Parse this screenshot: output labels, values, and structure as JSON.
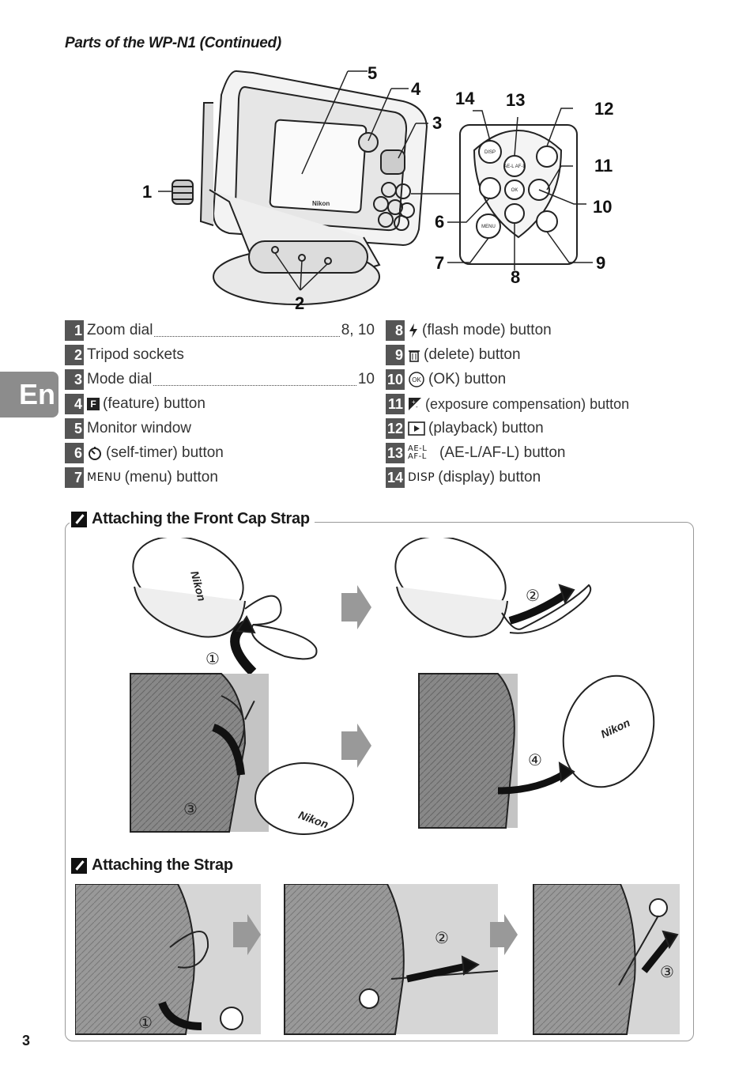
{
  "header": {
    "title": "Parts of the WP-N1 (Continued)"
  },
  "lang_tab": "En",
  "page_number": "3",
  "figure_callouts": [
    "1",
    "2",
    "3",
    "4",
    "5",
    "6",
    "7",
    "8",
    "9",
    "10",
    "11",
    "12",
    "13",
    "14"
  ],
  "button_labels": {
    "disp": "DISP",
    "ae_af": "AE-L AF-L",
    "ok": "OK",
    "menu": "MENU",
    "brand": "Nikon"
  },
  "parts_left": [
    {
      "num": "1",
      "label": "Zoom dial",
      "pages": "8, 10"
    },
    {
      "num": "2",
      "label": "Tripod sockets"
    },
    {
      "num": "3",
      "label": "Mode dial",
      "pages": "10"
    },
    {
      "num": "4",
      "icon": "F",
      "label": "(feature) button"
    },
    {
      "num": "5",
      "label": "Monitor window"
    },
    {
      "num": "6",
      "icon": "self-timer",
      "label": "(self-timer) button"
    },
    {
      "num": "7",
      "icon": "MENU",
      "label": "(menu) button"
    }
  ],
  "parts_right": [
    {
      "num": "8",
      "icon": "flash",
      "label": "(flash mode) button"
    },
    {
      "num": "9",
      "icon": "delete",
      "label": "(delete) button"
    },
    {
      "num": "10",
      "icon": "OK",
      "label": "(OK) button"
    },
    {
      "num": "11",
      "icon": "exposure",
      "label": "(exposure compensation) button"
    },
    {
      "num": "12",
      "icon": "playback",
      "label": "(playback) button"
    },
    {
      "num": "13",
      "icon": "AE-L AF-L",
      "label": "(AE-L/AF-L) button"
    },
    {
      "num": "14",
      "icon": "DISP",
      "label": "(display) button"
    }
  ],
  "notes": {
    "front_cap": {
      "title": "Attaching the Front Cap Strap",
      "steps": [
        "①",
        "②",
        "③",
        "④"
      ]
    },
    "strap": {
      "title": "Attaching the Strap",
      "steps": [
        "①",
        "②",
        "③"
      ]
    }
  }
}
